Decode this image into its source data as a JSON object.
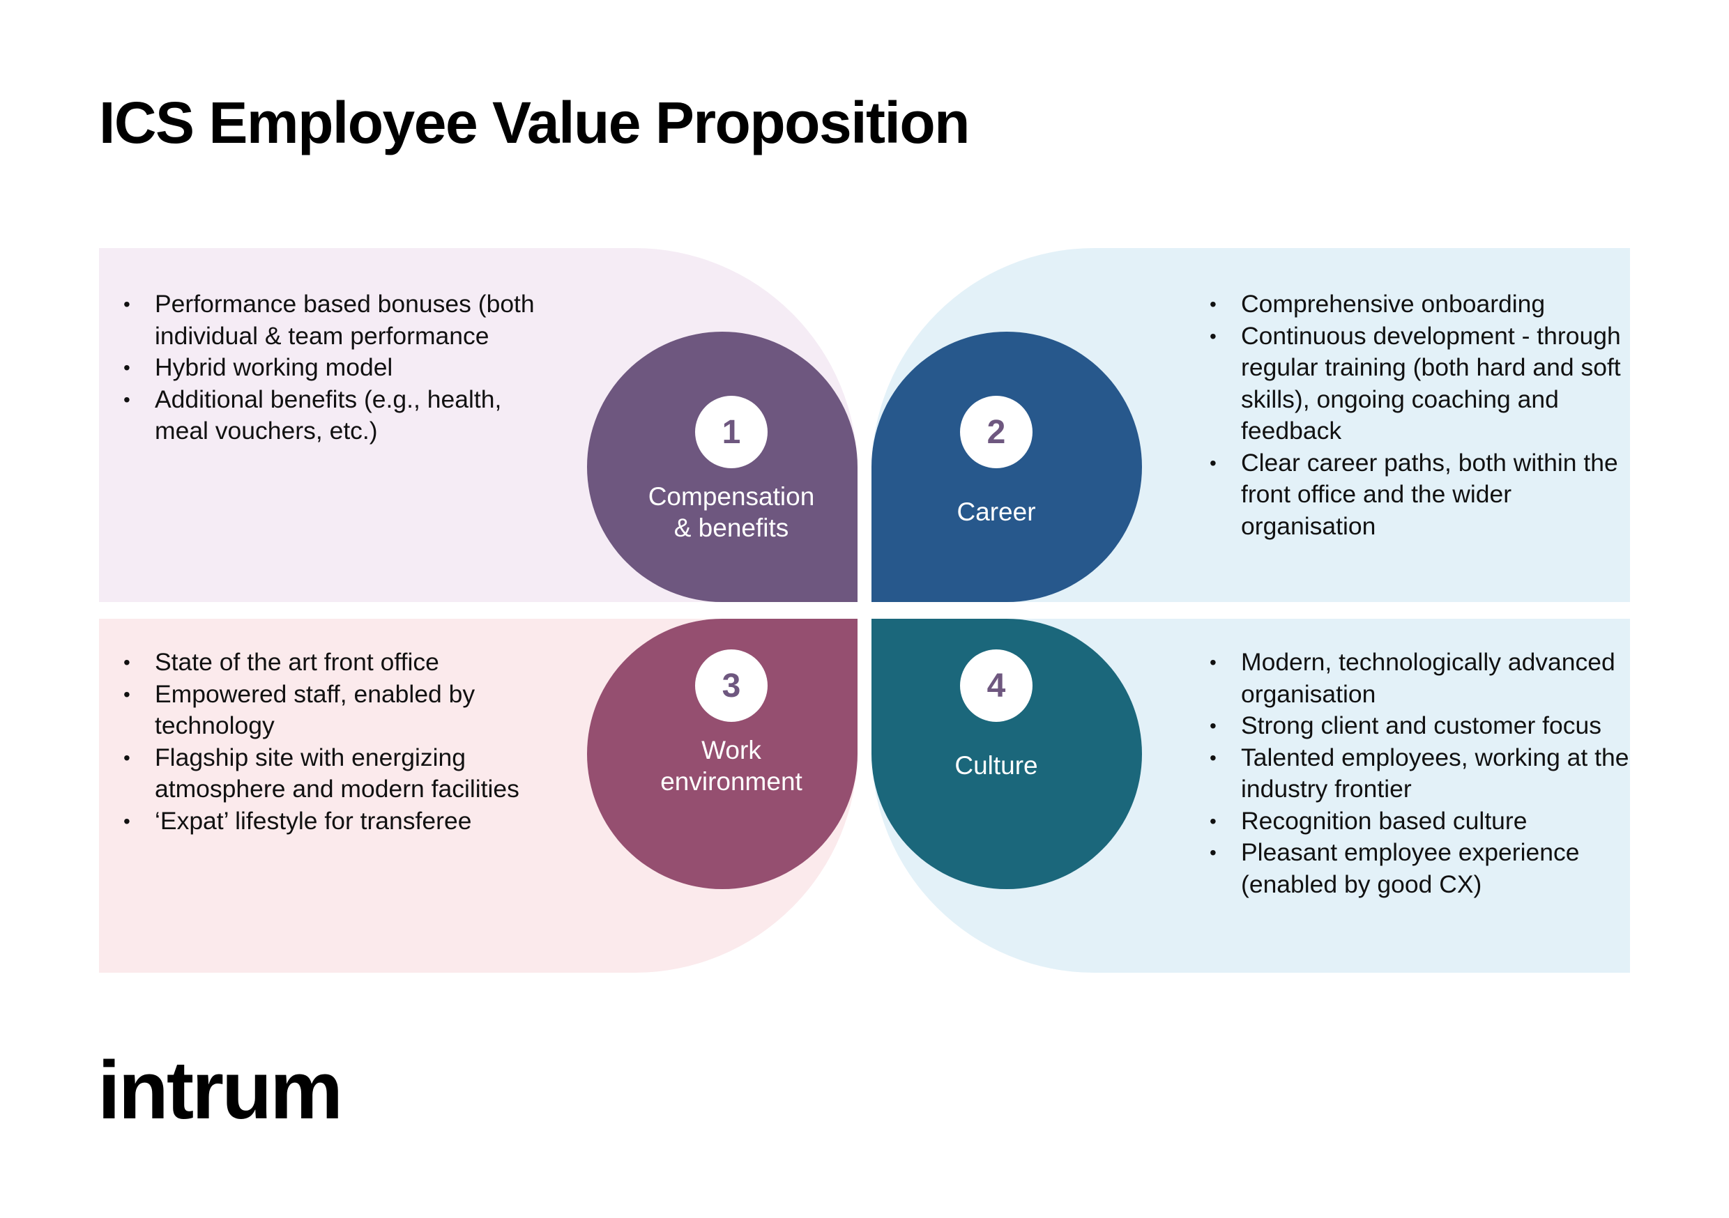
{
  "title": "ICS Employee Value Proposition",
  "colors": {
    "q1_bg": "#f5ecf5",
    "q2_bg": "#e3f1f8",
    "q3_bg": "#fbeaec",
    "q4_bg": "#e3f1f8",
    "c1": "#6e577f",
    "c2": "#27588c",
    "c3": "#954f70",
    "c4": "#1b677b"
  },
  "quadrants": [
    {
      "number": "1",
      "label_line1": "Compensation",
      "label_line2": "& benefits",
      "bullets": [
        "Performance based bonuses (both individual & team performance",
        "Hybrid working model",
        "Additional benefits (e.g., health, meal vouchers, etc.)"
      ]
    },
    {
      "number": "2",
      "label_line1": "Career",
      "label_line2": "",
      "bullets": [
        "Comprehensive onboarding",
        "Continuous development - through regular training (both hard and soft skills), ongoing coaching and feedback",
        "Clear career paths, both within the front office and the wider organisation"
      ]
    },
    {
      "number": "3",
      "label_line1": "Work",
      "label_line2": "environment",
      "bullets": [
        "State of the art front office",
        "Empowered staff, enabled by technology",
        "Flagship site with energizing atmosphere and modern facilities",
        "‘Expat’ lifestyle for transferee"
      ]
    },
    {
      "number": "4",
      "label_line1": "Culture",
      "label_line2": "",
      "bullets": [
        "Modern, technologically advanced organisation",
        "Strong client and customer focus",
        "Talented employees, working at the industry frontier",
        "Recognition based culture",
        "Pleasant employee experience (enabled by good CX)"
      ]
    }
  ],
  "logo": {
    "text": "intrum"
  }
}
